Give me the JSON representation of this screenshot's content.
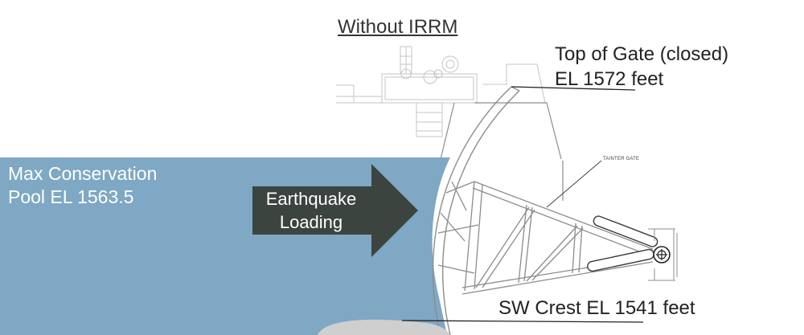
{
  "diagram": {
    "title": "Without IRRM",
    "top_of_gate": {
      "line1": "Top of Gate (closed)",
      "line2": "EL 1572 feet"
    },
    "pool": {
      "line1": "Max Conservation",
      "line2": "Pool EL 1563.5"
    },
    "load": {
      "line1": "Earthquake",
      "line2": "Loading"
    },
    "crest": "SW Crest EL 1541 feet",
    "gate_label": "TAINTER GATE"
  },
  "colors": {
    "water": "#7ea8c3",
    "arrow": "#3c4440",
    "linework": "#8c8c8c",
    "faint_linework": "#c4c4c4",
    "crest_shape": "#cfcfcf"
  }
}
